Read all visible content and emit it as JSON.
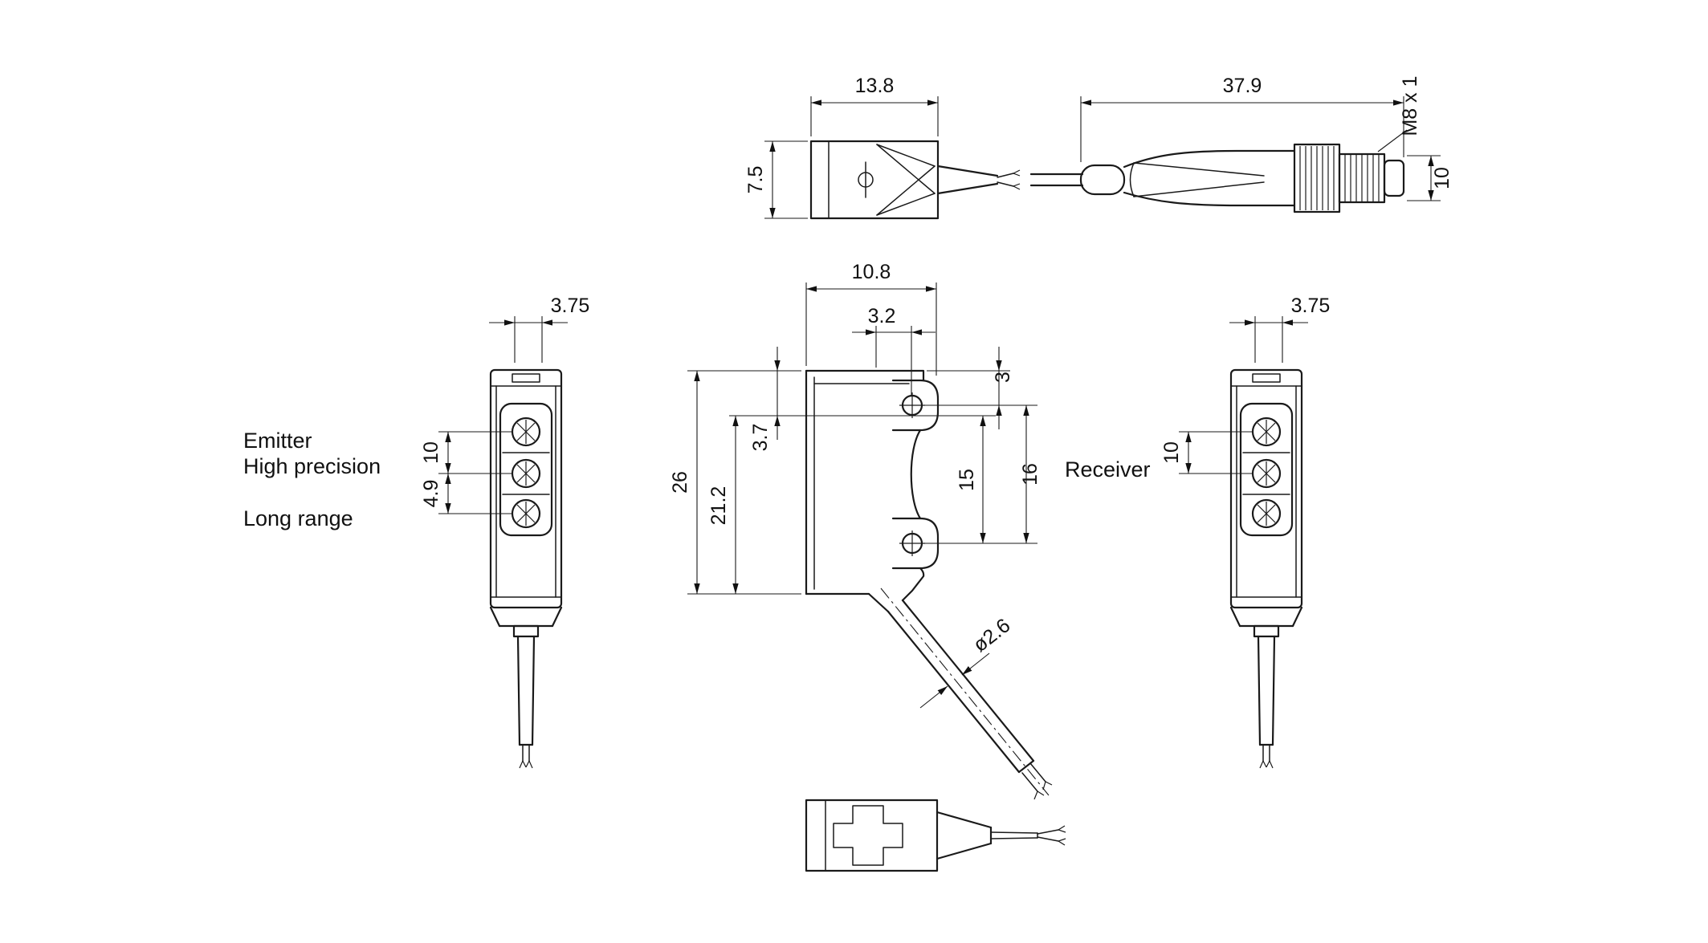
{
  "colors": {
    "line": "#1a1a1a",
    "background": "#ffffff"
  },
  "views": {
    "top": {
      "dim_width": "13.8",
      "dim_height": "7.5"
    },
    "connector": {
      "dim_length": "37.9",
      "thread": "M8 x 1",
      "dim_diameter": "10"
    },
    "emitter": {
      "dim_face_width": "3.75",
      "dim_optic_spacing_upper": "10",
      "dim_optic_spacing_lower": "4.9",
      "label_line1": "Emitter",
      "label_line2": "High precision",
      "label_line3": "Long range"
    },
    "side": {
      "dim_width": "10.8",
      "dim_hole_offset": "3.2",
      "dim_axis_offset": "3.7",
      "dim_height": "26",
      "dim_inner_height": "21.2",
      "dim_top_to_hole": "3",
      "dim_hole_spacing": "15",
      "dim_hole_spacing_outer": "16",
      "dim_cable": "ø2.6"
    },
    "receiver": {
      "dim_face_width": "3.75",
      "dim_optic_spacing": "10",
      "label": "Receiver"
    }
  }
}
